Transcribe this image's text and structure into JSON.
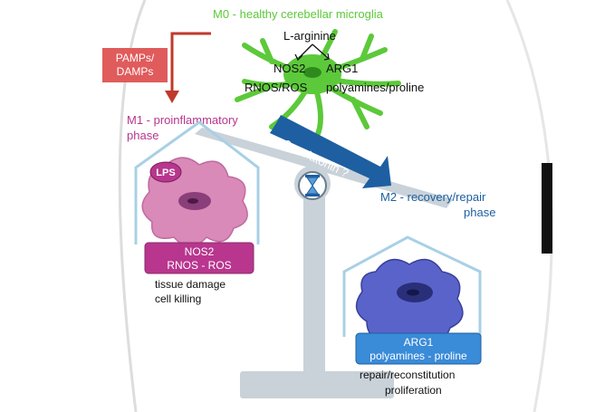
{
  "m0": {
    "title": "M0 - healthy cerebellar microglia",
    "substrate": "L-arginine",
    "enzyme_left": "NOS2",
    "enzyme_right": "ARG1",
    "product_left": "RNOS/ROS",
    "product_right": "polyamines/proline"
  },
  "stimulus": {
    "line1": "PAMPs/",
    "line2": "DAMPs"
  },
  "m1": {
    "title_line1": "M1 - proinflammatory",
    "title_line2": "phase",
    "lps": "LPS",
    "box_line1": "NOS2",
    "box_line2": "RNOS - ROS",
    "outcome_line1": "tissue damage",
    "outcome_line2": "cell killing"
  },
  "melatonin": "? melatonin ?",
  "m2": {
    "title_line1": "M2 - recovery/repair",
    "title_line2": "phase",
    "box_line1": "ARG1",
    "box_line2": "polyamines - proline",
    "outcome_line1": "repair/reconstitution",
    "outcome_line2": "proliferation"
  },
  "colors": {
    "green": "#5cc93a",
    "magenta": "#b8368e",
    "blue": "#1d5fa1",
    "red_arrow": "#c0392b",
    "scale_gray": "#c9d2d9"
  }
}
